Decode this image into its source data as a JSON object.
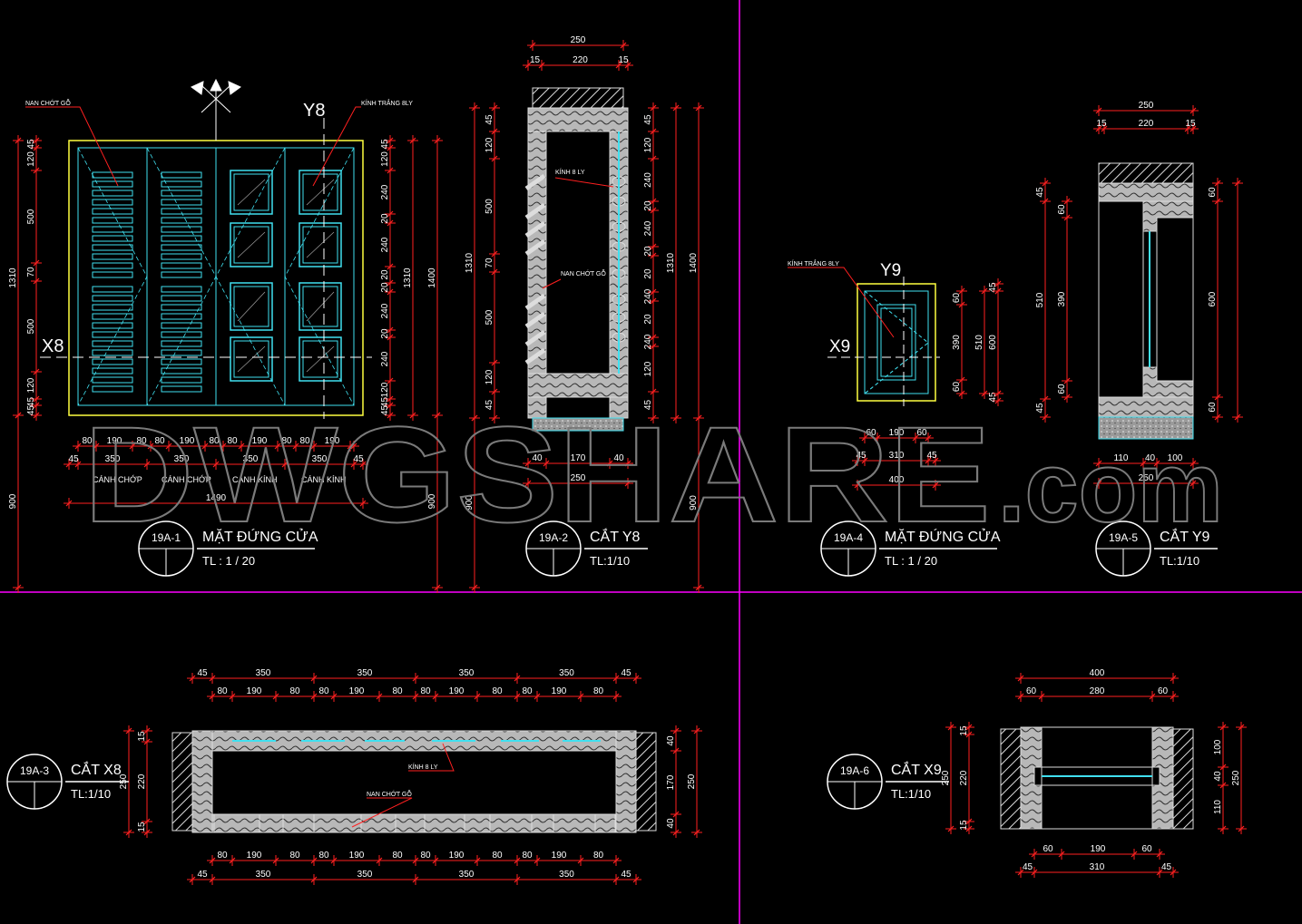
{
  "watermark": {
    "main": "DWGSHARE",
    "suffix": ".com"
  },
  "labels": {
    "nan_chot_go": "NAN CHỚT GỖ",
    "kinh_trang_8ly": "KÍNH TRẮNG 8LY",
    "kinh_8ly": "KÍNH 8 LY",
    "x8": "X8",
    "y8": "Y8",
    "x9": "X9",
    "y9": "Y9",
    "canh_chop": "CÁNH CHỚP",
    "canh_kinh": "CÁNH KÍNH"
  },
  "titles": [
    {
      "code": "19A-1",
      "name": "MẶT ĐỨNG CỬA",
      "scale": "TL : 1 / 20"
    },
    {
      "code": "19A-2",
      "name": "CẮT Y8",
      "scale": "TL:1/10"
    },
    {
      "code": "19A-4",
      "name": "MẶT ĐỨNG CỬA",
      "scale": "TL : 1 / 20"
    },
    {
      "code": "19A-5",
      "name": "CẮT Y9",
      "scale": "TL:1/10"
    },
    {
      "code": "19A-3",
      "name": "CẮT X8",
      "scale": "TL:1/10"
    },
    {
      "code": "19A-6",
      "name": "CẮT X9",
      "scale": "TL:1/10"
    }
  ],
  "dims": {
    "d45": "45",
    "d80": "80",
    "d190": "190",
    "d350": "350",
    "d1490": "1490",
    "d900": "900",
    "d120": "120",
    "d500": "500",
    "d70": "70",
    "d1310": "1310",
    "d1400": "1400",
    "d240": "240",
    "d20": "20",
    "d250": "250",
    "d220": "220",
    "d15": "15",
    "d170": "170",
    "d40": "40",
    "d60": "60",
    "d310": "310",
    "d400": "400",
    "d390": "390",
    "d510": "510",
    "d600": "600",
    "d110": "110",
    "d100": "100",
    "d280": "280"
  },
  "colors": {
    "dim": "#ff2020",
    "frame": "#ffff40",
    "glass": "#40e0f0",
    "section": "#d0d0d0",
    "magenta": "#ff00ff"
  }
}
